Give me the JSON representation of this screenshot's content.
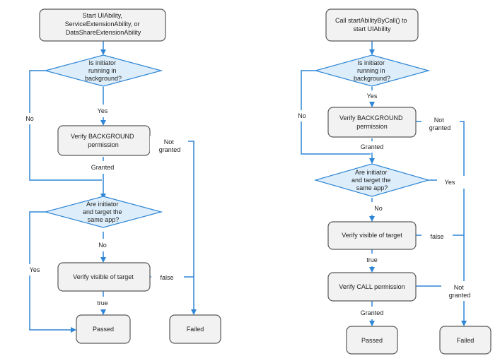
{
  "left_flow": {
    "start": [
      "Start UIAbility,",
      "ServiceExtensionAbility, or",
      "DataShareExtensionAbility"
    ],
    "decision_background": [
      "Is initiator",
      "running in",
      "background?"
    ],
    "verify_background": [
      "Verify BACKGROUND",
      "permission"
    ],
    "decision_same_app": [
      "Are initiator",
      "and target the",
      "same app?"
    ],
    "verify_visible": [
      "Verify visible of target"
    ],
    "passed": [
      "Passed"
    ],
    "failed": [
      "Failed"
    ],
    "labels": {
      "no": "No",
      "yes_bg": "Yes",
      "granted": "Granted",
      "not_granted": [
        "Not",
        "granted"
      ],
      "yes_same": "Yes",
      "no_same": "No",
      "false": "false",
      "true": "true"
    }
  },
  "right_flow": {
    "start": [
      "Call startAbilityByCall() to",
      "start UIAbility"
    ],
    "decision_background": [
      "Is initiator",
      "running in",
      "background?"
    ],
    "verify_background": [
      "Verify BACKGROUND",
      "permission"
    ],
    "decision_same_app": [
      "Are initiator",
      "and target the",
      "same app?"
    ],
    "verify_visible": [
      "Verify visible of target"
    ],
    "verify_call": [
      "Verify CALL permission"
    ],
    "passed": [
      "Passed"
    ],
    "failed": [
      "Failed"
    ],
    "labels": {
      "no": "No",
      "yes_bg": "Yes",
      "granted": "Granted",
      "not_granted": [
        "Not",
        "granted"
      ],
      "yes_same": "Yes",
      "no_same": "No",
      "false": "false",
      "true": "true",
      "granted_call": "Granted",
      "not_granted_call": [
        "Not",
        "granted"
      ]
    }
  },
  "colors": {
    "box_fill": "#f2f2f2",
    "box_stroke": "#595959",
    "diamond_fill": "#ddeefa",
    "diamond_stroke": "#2f86d6",
    "arrow": "#2f86d6"
  }
}
